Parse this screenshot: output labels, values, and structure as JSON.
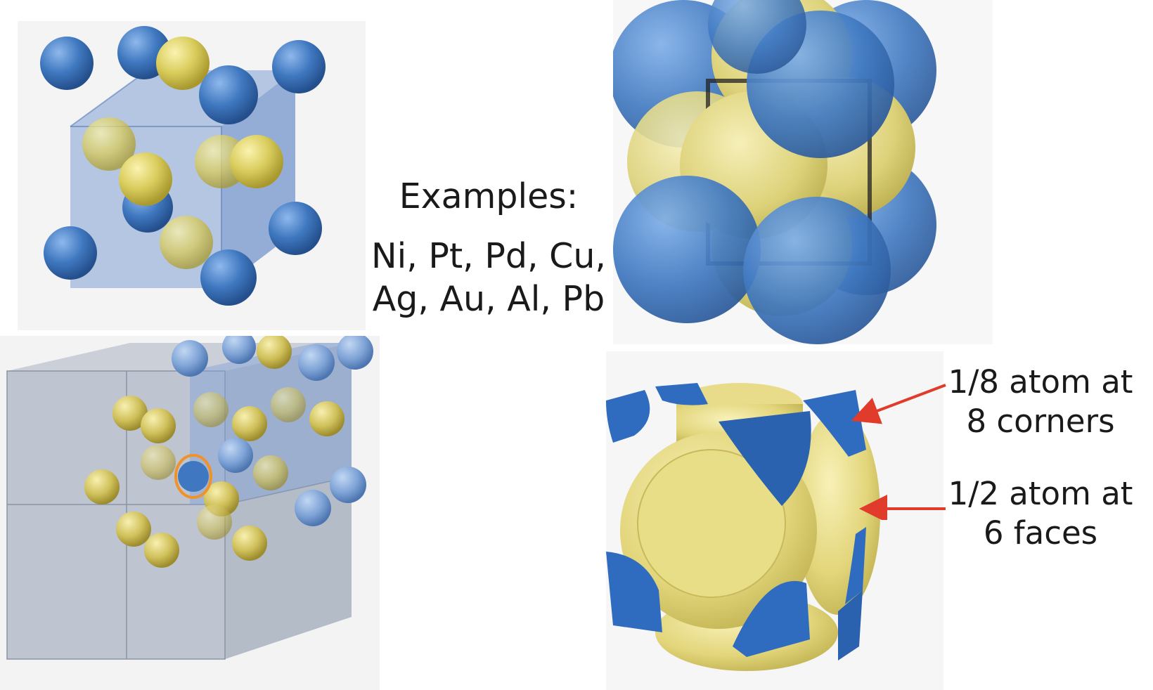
{
  "examples": {
    "heading": "Examples:",
    "line1": "Ni, Pt, Pd, Cu,",
    "line2": "Ag, Au, Al, Pb"
  },
  "annotations": {
    "corners": {
      "line1": "1/8 atom at",
      "line2": "8 corners"
    },
    "faces": {
      "line1": "1/2 atom at",
      "line2": "6 faces"
    }
  },
  "colors": {
    "corner_atom": "#3f78c0",
    "face_atom": "#d9cc5c",
    "cell": "#7fa0d4",
    "arrow": "#e03b2b",
    "highlight_ring": "#f0922c"
  }
}
